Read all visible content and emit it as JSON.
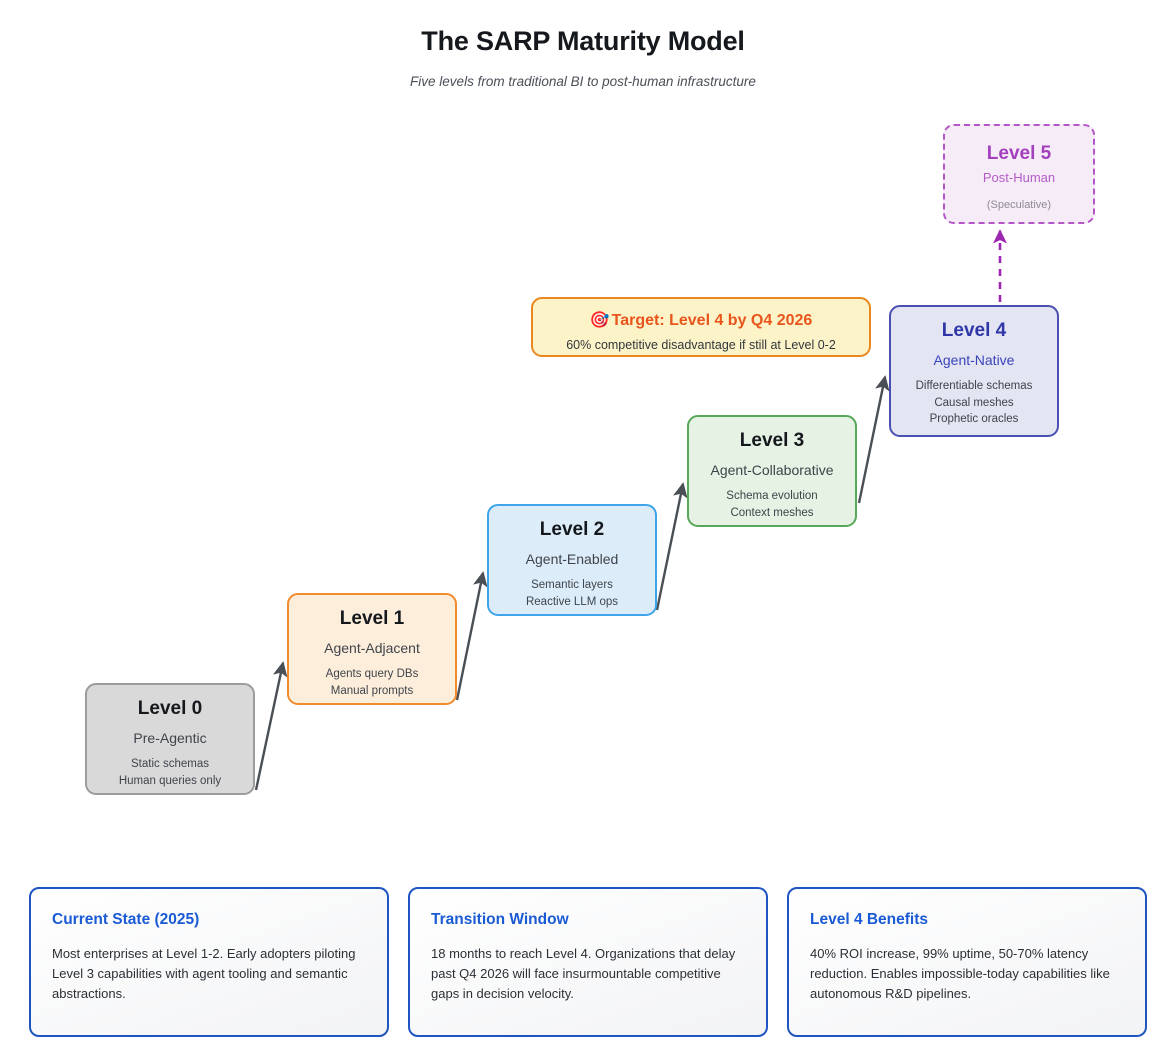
{
  "header": {
    "title": "The SARP Maturity Model",
    "subtitle": "Five levels from traditional BI to post-human infrastructure"
  },
  "colors": {
    "level0_border": "#9c9c9c",
    "level0_fill": "#d9d9d9",
    "level1_border": "#f08c2e",
    "level1_fill": "#fdeedb",
    "level2_border": "#3da5e8",
    "level2_fill": "#dcedf9",
    "level3_border": "#58a85a",
    "level3_fill": "#e5f2e4",
    "level4_border": "#4a50b0",
    "level4_fill": "#e3e5f3",
    "level5_border": "#b456c8",
    "level5_fill": "#f6ecf7",
    "callout_border": "#e8881f",
    "callout_fill": "#fdf3c8",
    "callout_title": "#e8551d",
    "card_border": "#1f55c0",
    "card_title": "#1a5ad4",
    "arrow": "#4a4f55",
    "speculative_arrow": "#9c27b0"
  },
  "levels": [
    {
      "title": "Level 0",
      "subtitle": "Pre-Agentic",
      "details": [
        "Static schemas",
        "Human queries only"
      ]
    },
    {
      "title": "Level 1",
      "subtitle": "Agent-Adjacent",
      "details": [
        "Agents query DBs",
        "Manual prompts"
      ]
    },
    {
      "title": "Level 2",
      "subtitle": "Agent-Enabled",
      "details": [
        "Semantic layers",
        "Reactive LLM ops"
      ]
    },
    {
      "title": "Level 3",
      "subtitle": "Agent-Collaborative",
      "details": [
        "Schema evolution",
        "Context meshes"
      ]
    },
    {
      "title": "Level 4",
      "subtitle": "Agent-Native",
      "details": [
        "Differentiable schemas",
        "Causal meshes",
        "Prophetic oracles"
      ]
    },
    {
      "title": "Level 5",
      "subtitle": "Post-Human",
      "details": [
        "(Speculative)"
      ]
    }
  ],
  "callout": {
    "icon": "target-icon",
    "emoji": "🎯",
    "title": "Target: Level 4 by Q4 2026",
    "subtitle": "60% competitive disadvantage if still at Level 0-2"
  },
  "cards": [
    {
      "title": "Current State (2025)",
      "body": "Most enterprises at Level 1-2. Early adopters piloting Level 3 capabilities with agent tooling and semantic abstractions."
    },
    {
      "title": "Transition Window",
      "body": "18 months to reach Level 4. Organizations that delay past Q4 2026 will face insurmountable competitive gaps in decision velocity."
    },
    {
      "title": "Level 4 Benefits",
      "body": "40% ROI increase, 99% uptime, 50-70% latency reduction. Enables impossible-today capabilities like autonomous R&D pipelines."
    }
  ]
}
